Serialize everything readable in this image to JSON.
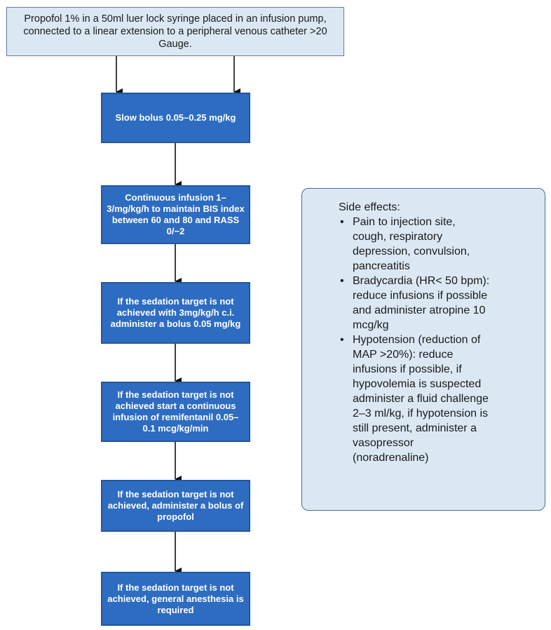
{
  "top_box": {
    "text": "Propofol 1% in a 50ml luer lock syringe placed in an infusion pump, connected to a linear extension to a peripheral venous catheter >20 Gauge."
  },
  "steps": [
    "Slow bolus 0.05–0.25 mg/kg",
    "Continuous infusion 1–3/mg/kg/h to maintain BIS index between 60 and 80 and RASS 0/−2",
    "If the sedation target is not achieved with 3mg/kg/h c.i. administer a bolus 0.05 mg/kg",
    "If the sedation target is not achieved start a continuous infusion of remifentanil 0.05–0.1 mcg/kg/min",
    "If the sedation target is not achieved, administer a bolus of propofol",
    "If the sedation target is not achieved, general anesthesia is required"
  ],
  "side_effects": {
    "title": "Side effects:",
    "bullet": "•",
    "items": [
      "Pain to injection site, cough, respiratory depression, convulsion, pancreatitis",
      "Bradycardia (HR< 50 bpm): reduce infusions if possible and administer atropine 10 mcg/kg",
      "Hypotension (reduction of MAP >20%): reduce infusions if possible, if hypovolemia is suspected administer a fluid challenge 2–3 ml/kg, if hypotension is still present, administer a vasopressor (noradrenaline)"
    ]
  },
  "colors": {
    "step_fill": "#2e6cc1",
    "step_border": "#24579c",
    "panel_fill": "#dbe8f4",
    "arrow": "#111111"
  }
}
